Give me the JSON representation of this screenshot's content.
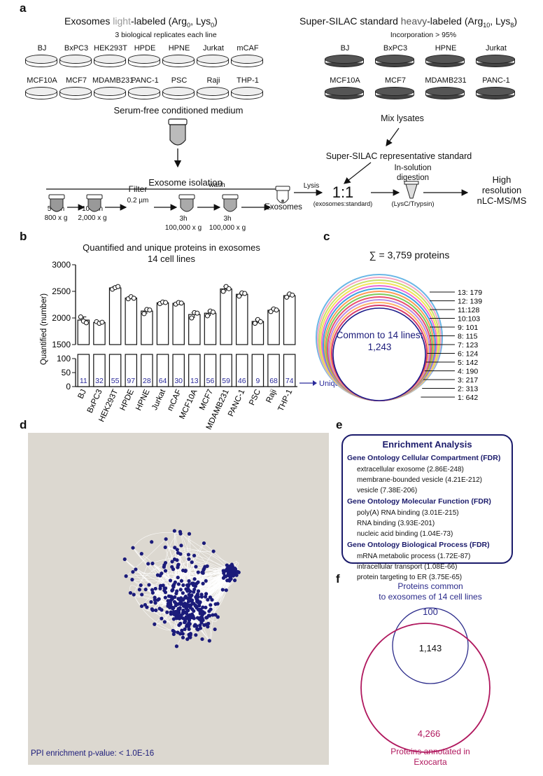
{
  "panel_labels": {
    "a": "a",
    "b": "b",
    "c": "c",
    "d": "d",
    "e": "e",
    "f": "f"
  },
  "panel_a": {
    "left_title_pre": "Exosomes ",
    "left_title_light": "light",
    "left_title_post": "-labeled (Arg",
    "left_sub0": "0",
    "left_mid": ", Lys",
    "left_sub1": "0",
    "left_end": ")",
    "left_note": "3 biological replicates each line",
    "left_lines_row1": [
      "BJ",
      "BxPC3",
      "HEK293T",
      "HPDE",
      "HPNE",
      "Jurkat",
      "mCAF"
    ],
    "left_lines_row2": [
      "MCF10A",
      "MCF7",
      "MDAMB231",
      "PANC-1",
      "PSC",
      "Raji",
      "THP-1"
    ],
    "medium": "Serum-free conditioned medium",
    "right_title_pre": "Super-SILAC standard ",
    "right_title_heavy": "heavy",
    "right_title_post": "-labeled (Arg",
    "right_sub0": "10",
    "right_mid": ", Lys",
    "right_sub1": "8",
    "right_end": ")",
    "right_note": "Incorporation > 95%",
    "right_lines_row1": [
      "BJ",
      "BxPC3",
      "HPNE",
      "Jurkat"
    ],
    "right_lines_row2": [
      "MCF10A",
      "MCF7",
      "MDAMB231",
      "PANC-1"
    ],
    "mix": "Mix lysates",
    "standard": "Super-SILAC representative standard",
    "isolation": "Exosome isolation",
    "step1_a": "5 min",
    "step1_b": "800 x g",
    "step2_a": "10 min",
    "step2_b": "2,000 x g",
    "filter": "Filter",
    "filter_size": "0.2 µm",
    "step3_a": "3h",
    "step3_b": "100,000 x g",
    "wash": "wash",
    "step4_a": "3h",
    "step4_b": "100,000 x g",
    "exosomes": "Exosomes",
    "lysis": "Lysis",
    "ratio": "1:1",
    "ratio_note": "(exosomes:standard)",
    "digest_a": "In-solution",
    "digest_b": "digestion",
    "digest_note": "(LysC/Trypsin)",
    "ms_a": "High",
    "ms_b": "resolution",
    "ms_c": "nLC-MS/MS"
  },
  "chart_data": [
    {
      "type": "bar",
      "title": "Quantified and unique proteins in exosomes",
      "subtitle": "14 cell lines",
      "ylabel_top": "Quantified (number)",
      "ylabel_bottom": "Unique",
      "categories": [
        "BJ",
        "BxPC3",
        "HEK293T",
        "HPDE",
        "HPNE",
        "Jurkat",
        "mCAF",
        "MCF10A",
        "MCF7",
        "MDAMB231",
        "PANC-1",
        "PSC",
        "Raji",
        "THP-1"
      ],
      "quantified": [
        1960,
        1915,
        2565,
        2375,
        2130,
        2285,
        2275,
        2065,
        2090,
        2545,
        2445,
        1935,
        2145,
        2420
      ],
      "replicates": [
        [
          2020,
          1940,
          1910
        ],
        [
          1930,
          1900,
          1920
        ],
        [
          2540,
          2570,
          2590
        ],
        [
          2360,
          2400,
          2370
        ],
        [
          2080,
          2160,
          2150
        ],
        [
          2270,
          2300,
          2290
        ],
        [
          2260,
          2290,
          2280
        ],
        [
          2000,
          2100,
          2090
        ],
        [
          2040,
          2130,
          2110
        ],
        [
          2500,
          2590,
          2550
        ],
        [
          2410,
          2470,
          2460
        ],
        [
          1900,
          1970,
          1930
        ],
        [
          2120,
          2170,
          2150
        ],
        [
          2390,
          2450,
          2430
        ]
      ],
      "unique": [
        11,
        32,
        55,
        97,
        28,
        64,
        30,
        13,
        56,
        59,
        46,
        9,
        68,
        74
      ],
      "yticks_top": [
        1500,
        2000,
        2500,
        3000
      ],
      "yticks_bottom": [
        0,
        50,
        100
      ],
      "ylim_top": [
        1500,
        3000
      ],
      "ylim_bottom": [
        0,
        100
      ]
    },
    {
      "type": "venn",
      "title": "∑ = 3,759 proteins",
      "common_label": "Common to 14 lines:",
      "common_value": "1,243",
      "shells": [
        {
          "label": "13: 179",
          "color": "#6ab7e6"
        },
        {
          "label": "12: 139",
          "color": "#f2a8c4"
        },
        {
          "label": "11:128",
          "color": "#c8e06a"
        },
        {
          "label": "10:103",
          "color": "#f5e25a"
        },
        {
          "label": "9: 101",
          "color": "#e86ad8"
        },
        {
          "label": "8: 115",
          "color": "#3fa3e0"
        },
        {
          "label": "7: 123",
          "color": "#ff9a55"
        },
        {
          "label": "6: 124",
          "color": "#7ecb5a"
        },
        {
          "label": "5: 142",
          "color": "#e85070"
        },
        {
          "label": "4: 190",
          "color": "#b68de6"
        },
        {
          "label": "3: 217",
          "color": "#ffb26b"
        },
        {
          "label": "2: 313",
          "color": "#d63a6e"
        },
        {
          "label": "1: 642",
          "color": "#1b1b8a"
        }
      ]
    },
    {
      "type": "venn2",
      "set_a_label_1": "Proteins common",
      "set_a_label_2": "to exosomes of 14 cell lines",
      "set_b_label_1": "Proteins annotated in",
      "set_b_label_2": "Exocarta",
      "only_a": "100",
      "both": "1,143",
      "only_b": "4,266",
      "color_a": "#2a2a8a",
      "color_b": "#b0185e"
    }
  ],
  "panel_d": {
    "pvalue": "PPI enrichment p-value: < 1.0E-16",
    "bg_color": "#dcd8d0",
    "node_color": "#1b1b7a"
  },
  "panel_e": {
    "title": "Enrichment Analysis",
    "sections": [
      {
        "heading": "Gene Ontology Cellular Compartment (FDR)",
        "items": [
          "extracellular exosome (2.86E-248)",
          "membrane-bounded vesicle (4.21E-212)",
          "vesicle (7.38E-206)"
        ]
      },
      {
        "heading": "Gene Ontology Molecular Function (FDR)",
        "items": [
          "poly(A) RNA binding (3.01E-215)",
          "RNA binding (3.93E-201)",
          "nucleic acid binding (1.04E-73)"
        ]
      },
      {
        "heading": "Gene Ontology Biological Process (FDR)",
        "items": [
          "mRNA metabolic process (1.72E-87)",
          "intracellular transport (1.08E-66)",
          "protein targeting to ER (3.75E-65)"
        ]
      }
    ]
  }
}
